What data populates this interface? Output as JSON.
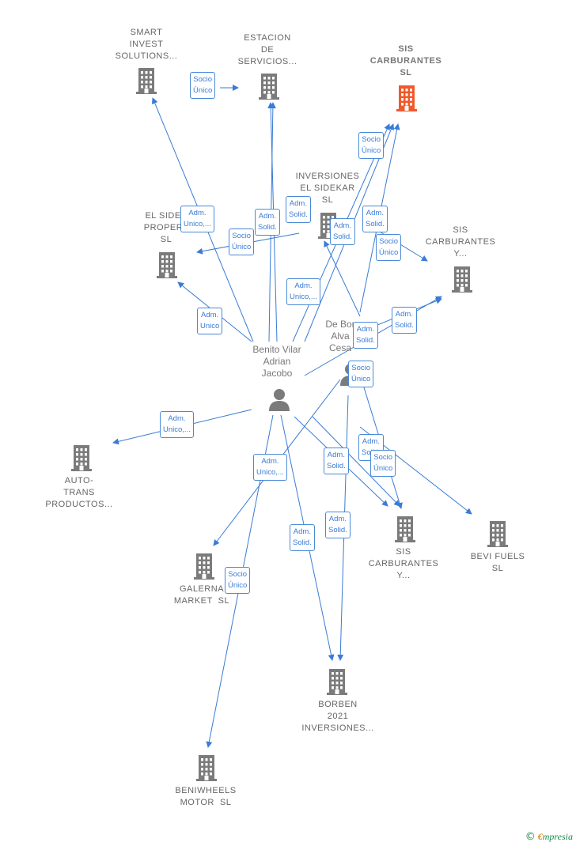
{
  "colors": {
    "edge": "#3a7bd5",
    "company": "#7b7b7b",
    "main_company": "#f0592a",
    "person": "#7b7b7b"
  },
  "nodes": [
    {
      "id": "smart",
      "label": "SMART\nINVEST\nSOLUTIONS...",
      "kind": "company"
    },
    {
      "id": "estacion",
      "label": "ESTACION\nDE\nSERVICIOS...",
      "kind": "company"
    },
    {
      "id": "sis_main",
      "label": "SIS\nCARBURANTES\nSL",
      "kind": "main"
    },
    {
      "id": "sidekar",
      "label": "INVERSIONES\nEL SIDEKAR\nSL",
      "kind": "company"
    },
    {
      "id": "elsidek",
      "label": "EL SIDEK\nPROPERT\nSL",
      "kind": "company"
    },
    {
      "id": "sis_y_top",
      "label": "SIS\nCARBURANTES\nY...",
      "kind": "company"
    },
    {
      "id": "benito",
      "label": "Benito Vilar\nAdrian\nJacobo",
      "kind": "person"
    },
    {
      "id": "deborja",
      "label": "De Bor\nAlva\nCesa",
      "kind": "person"
    },
    {
      "id": "autotrans",
      "label": "AUTO-\nTRANS\nPRODUCTOS...",
      "kind": "company"
    },
    {
      "id": "sis_y_bot",
      "label": "SIS\nCARBURANTES\nY...",
      "kind": "company"
    },
    {
      "id": "bevi",
      "label": "BEVI FUELS\nSL",
      "kind": "company"
    },
    {
      "id": "galerna",
      "label": "GALERNA\nMARKET  SL",
      "kind": "company"
    },
    {
      "id": "borben",
      "label": "BORBEN\n2021\nINVERSIONES...",
      "kind": "company"
    },
    {
      "id": "beniwheels",
      "label": "BENIWHEELS\nMOTOR  SL",
      "kind": "company"
    }
  ],
  "edge_labels": [
    {
      "id": "e1",
      "text": "Socio\nÚnico"
    },
    {
      "id": "e2",
      "text": "Socio\nÚnico"
    },
    {
      "id": "e3",
      "text": "Adm.\nUnico,..."
    },
    {
      "id": "e4",
      "text": "Adm.\nSolid."
    },
    {
      "id": "e5",
      "text": "Adm.\nSolid."
    },
    {
      "id": "e6",
      "text": "Socio\nÚnico"
    },
    {
      "id": "e7",
      "text": "Adm.\nSolid."
    },
    {
      "id": "e8",
      "text": "Adm.\nSolid."
    },
    {
      "id": "e9",
      "text": "Socio\nÚnico"
    },
    {
      "id": "e10",
      "text": "Adm.\nUnico,..."
    },
    {
      "id": "e11",
      "text": "Adm.\nUnico"
    },
    {
      "id": "e12",
      "text": "Adm.\nSolid."
    },
    {
      "id": "e13",
      "text": "Adm.\nSolid."
    },
    {
      "id": "e14",
      "text": "Socio\nÚnico"
    },
    {
      "id": "e15",
      "text": "Adm.\nUnico,..."
    },
    {
      "id": "e16",
      "text": "Adm.\nUnico,..."
    },
    {
      "id": "e17",
      "text": "Adm.\nSolid."
    },
    {
      "id": "e18",
      "text": "Adm.\nSolid."
    },
    {
      "id": "e19",
      "text": "Socio\nÚnico"
    },
    {
      "id": "e20",
      "text": "Adm.\nSolid."
    },
    {
      "id": "e21",
      "text": "Adm.\nSolid."
    },
    {
      "id": "e22",
      "text": "Socio\nÚnico"
    }
  ],
  "brand": {
    "copyright": "©",
    "name_initial": "€",
    "name_rest": "mpresia"
  }
}
